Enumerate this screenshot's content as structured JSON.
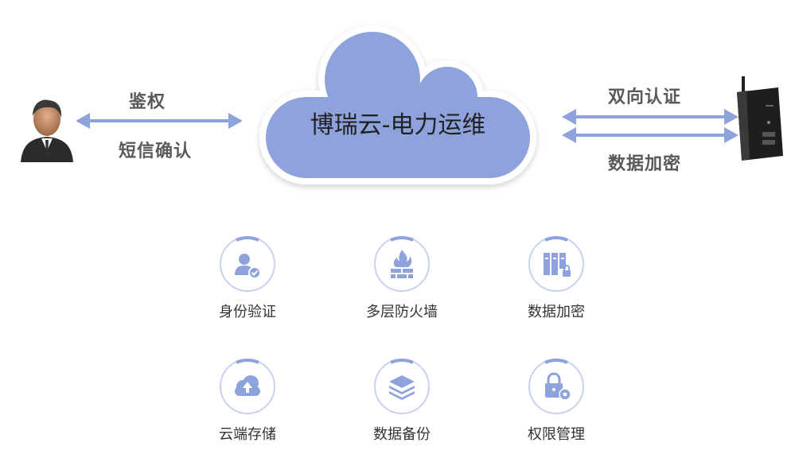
{
  "cloud": {
    "title": "博瑞云-电力运维"
  },
  "left_link": {
    "top_label": "鉴权",
    "bottom_label": "短信确认"
  },
  "right_link": {
    "top_label": "双向认证",
    "bottom_label": "数据加密"
  },
  "features": [
    {
      "name": "身份验证",
      "icon": "user-check-icon"
    },
    {
      "name": "多层防火墙",
      "icon": "firewall-icon"
    },
    {
      "name": "数据加密",
      "icon": "encrypted-files-icon"
    },
    {
      "name": "云端存储",
      "icon": "cloud-upload-icon"
    },
    {
      "name": "数据备份",
      "icon": "layers-icon"
    },
    {
      "name": "权限管理",
      "icon": "lock-gear-icon"
    }
  ],
  "colors": {
    "accent": "#8ea2dc",
    "arrow": "#8ea2dc",
    "ring": "#c9d1ec",
    "label": "#595959"
  }
}
